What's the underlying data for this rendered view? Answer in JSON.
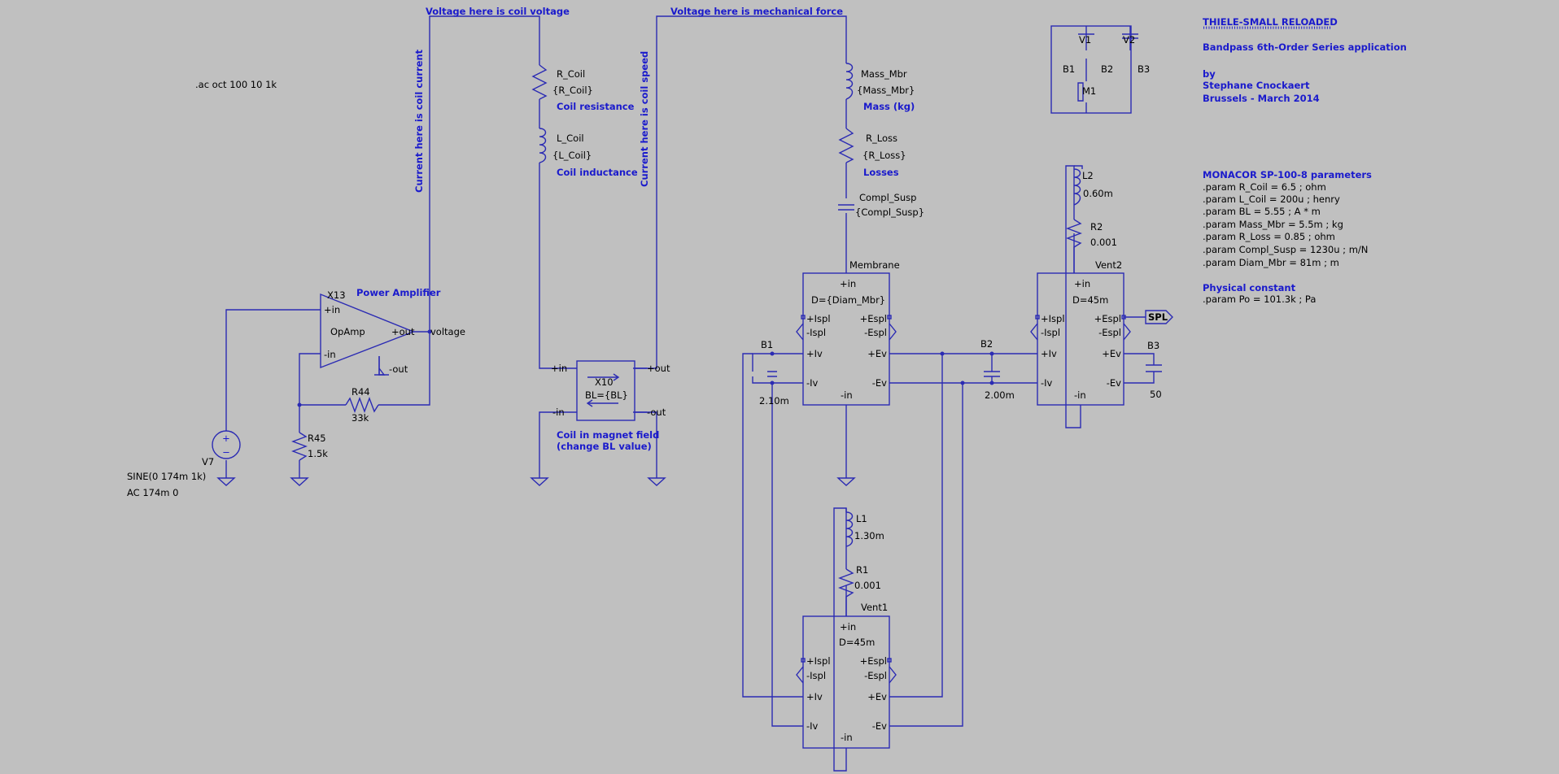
{
  "title": {
    "heading": "THIELE-SMALL RELOADED",
    "subtitle": "Bandpass 6th-Order Series application",
    "by": "by",
    "author": "Stephane Cnockaert",
    "place_date": "Brussels - March 2014"
  },
  "directive": ".ac oct 100 10 1k",
  "params": {
    "heading": "MONACOR SP-100-8 parameters",
    "lines": [
      ".param R_Coil = 6.5 ; ohm",
      ".param L_Coil = 200u ; henry",
      ".param BL = 5.55 ; A * m",
      ".param Mass_Mbr = 5.5m ; kg",
      ".param R_Loss = 0.85 ; ohm",
      ".param Compl_Susp = 1230u ; m/N",
      ".param Diam_Mbr = 81m ; m"
    ],
    "phys_heading": "Physical constant",
    "phys_line": ".param Po = 101.3k ; Pa"
  },
  "notes": {
    "coil_voltage": "Voltage here is coil voltage",
    "mech_force": "Voltage here is mechanical force",
    "coil_current": "Current here is coil current",
    "coil_speed": "Current here is coil speed",
    "coil_resistance": "Coil resistance",
    "coil_inductance": "Coil inductance",
    "mass": "Mass (kg)",
    "losses": "Losses",
    "power_amp": "Power Amplifier",
    "magnet1": "Coil in magnet field",
    "magnet2": "(change BL value)"
  },
  "components": {
    "r_coil": {
      "name": "R_Coil",
      "value": "{R_Coil}"
    },
    "l_coil": {
      "name": "L_Coil",
      "value": "{L_Coil}"
    },
    "mass_mbr": {
      "name": "Mass_Mbr",
      "value": "{Mass_Mbr}"
    },
    "r_loss": {
      "name": "R_Loss",
      "value": "{R_Loss}"
    },
    "compl_susp": {
      "name": "Compl_Susp",
      "value": "{Compl_Susp}"
    },
    "x13": {
      "name": "X13",
      "model": "OpAmp"
    },
    "r44": {
      "name": "R44",
      "value": "33k"
    },
    "r45": {
      "name": "R45",
      "value": "1.5k"
    },
    "v7": {
      "name": "V7",
      "value1": "SINE(0 174m 1k)",
      "value2": "AC 174m 0"
    },
    "x10": {
      "name": "X10",
      "value": "BL={BL}"
    },
    "b1": {
      "name": "B1",
      "value": "2.10m"
    },
    "b2": {
      "name": "B2",
      "value": "2.00m"
    },
    "b3": {
      "name": "B3",
      "value": "50"
    },
    "l1": {
      "name": "L1",
      "value": "1.30m"
    },
    "r1": {
      "name": "R1",
      "value": "0.001"
    },
    "l2": {
      "name": "L2",
      "value": "0.60m"
    },
    "r2": {
      "name": "R2",
      "value": "0.001"
    }
  },
  "blocks": {
    "membrane": {
      "name": "Membrane",
      "param": "D={Diam_Mbr}"
    },
    "vent1": {
      "name": "Vent1",
      "param": "D=45m"
    },
    "vent2": {
      "name": "Vent2",
      "param": "D=45m"
    }
  },
  "pins": {
    "in_p": "+in",
    "in_n": "-in",
    "ispl_p": "+Ispl",
    "ispl_n": "-Ispl",
    "espl_p": "+Espl",
    "espl_n": "-Espl",
    "iv_p": "+Iv",
    "iv_n": "-Iv",
    "ev_p": "+Ev",
    "ev_n": "-Ev",
    "out_p": "+out",
    "out_n": "-out"
  },
  "net_labels": {
    "voltage": "voltage",
    "spl": "SPL"
  },
  "legend_symbol": {
    "v1": "V1",
    "v2": "V2",
    "b1": "B1",
    "b2": "B2",
    "b3": "B3",
    "m1": "M1"
  },
  "colors": {
    "background": "#c0c0c0",
    "wire": "#2b2bb3",
    "note_text": "#1a1acc",
    "label_text": "#000000"
  }
}
